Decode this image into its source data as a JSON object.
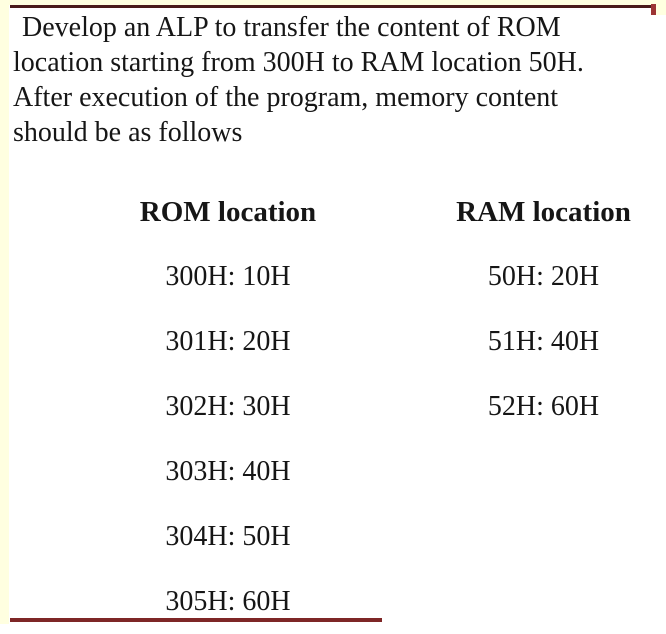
{
  "theme": {
    "page_background": "#FFFFE0",
    "content_background": "#FFFFFF",
    "top_rule_color": "#4A1A1A",
    "corner_hook_color": "#9C3434",
    "bottom_rule_color": "#7E2626",
    "text_color": "#161616"
  },
  "paragraph": {
    "lines": [
      "Develop an ALP to transfer the content of ROM",
      "location starting from 300H to RAM location 50H.",
      "After execution of the program, memory content",
      "should be as follows"
    ]
  },
  "table": {
    "headers": [
      "ROM location",
      "RAM location"
    ],
    "rom_rows": [
      "300H: 10H",
      "301H: 20H",
      "302H: 30H",
      "303H: 40H",
      "304H: 50H",
      "305H: 60H"
    ],
    "ram_rows": [
      "50H: 20H",
      "51H: 40H",
      "52H: 60H"
    ]
  }
}
